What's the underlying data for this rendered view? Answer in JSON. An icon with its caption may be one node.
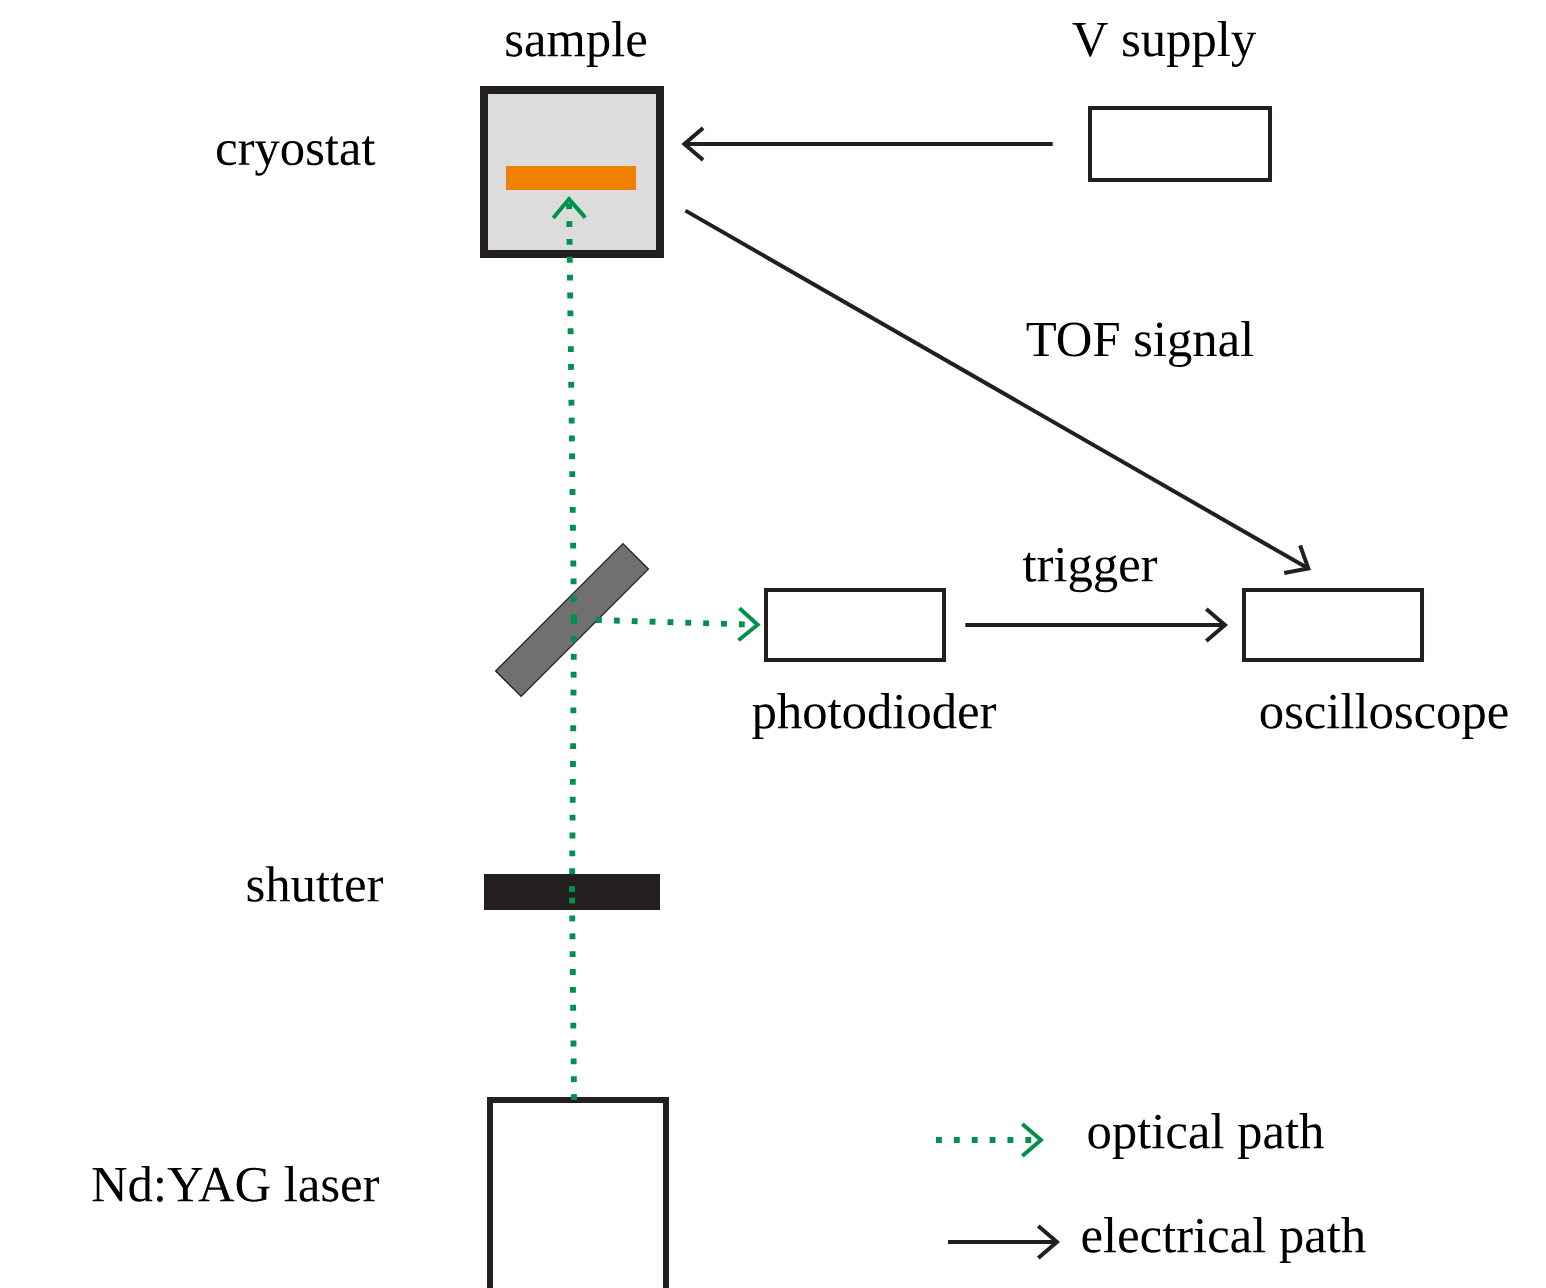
{
  "diagram": {
    "nodes": [
      {
        "text": [
          "cryostat"
        ]
      },
      {
        "text": [],
        "shape": "bar",
        "in": 0,
        "beside": [
          "sample"
        ]
      },
      {
        "text": [
          "V supply"
        ]
      },
      {
        "text": [],
        "shape": "bar"
      },
      {
        "text": [
          "photodioder"
        ]
      },
      {
        "text": [
          "oscilloscope"
        ]
      },
      {
        "text": [
          "shutter"
        ]
      },
      {
        "text": [
          "Nd:YAG laser"
        ]
      }
    ],
    "edges": [
      {
        "from": 2,
        "to": 0,
        "arrow": "to",
        "color": "#231f20"
      },
      {
        "from": 0,
        "to": 5,
        "arrow": "to",
        "label": "TOF signal",
        "color": "#231f20"
      },
      {
        "from": 4,
        "to": 5,
        "arrow": "to",
        "label": "trigger",
        "color": "#231f20"
      },
      {
        "from": 7,
        "to": 6,
        "arrow": "none",
        "style": "dashed",
        "color": "#00924a"
      },
      {
        "from": 6,
        "to": 3,
        "arrow": "none",
        "style": "dashed",
        "color": "#00924a"
      },
      {
        "from": 3,
        "to": 1,
        "arrow": "to",
        "style": "dashed",
        "color": "#00924a"
      },
      {
        "from": 3,
        "to": 4,
        "arrow": "to",
        "style": "dashed",
        "color": "#00924a"
      }
    ],
    "legend": [
      {
        "text": "optical path"
      },
      {
        "text": "electrical path"
      }
    ]
  }
}
